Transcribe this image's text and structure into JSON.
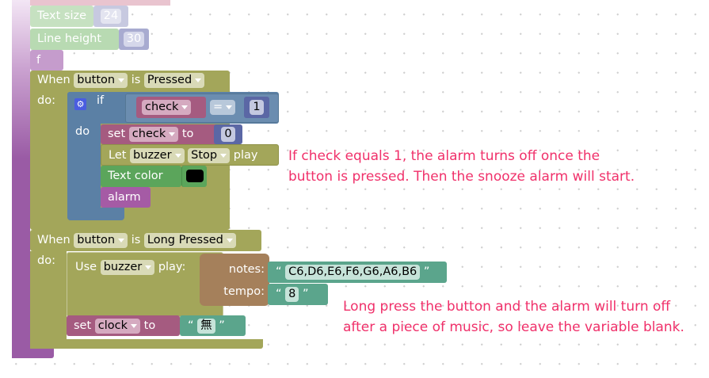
{
  "colors": {
    "procedure": "#9a5ba5",
    "event": "#a3a65a",
    "logic": "#5b80a5",
    "variable": "#a55b80",
    "text_style": "#5ba55b",
    "text_string": "#5ba58c",
    "notes": "#a5805b",
    "annotation": "#f0306a"
  },
  "blocks": {
    "text_size": {
      "label": "Text size",
      "value": "24"
    },
    "line_height": {
      "label": "Line height",
      "value": "30"
    },
    "procedure_call": {
      "label": "f"
    },
    "event1": {
      "when": "When",
      "button": "button",
      "is": "is",
      "state": "Pressed",
      "do": "do:",
      "if": {
        "label": "if",
        "do": "do",
        "var": "check",
        "op": "=",
        "value": "1"
      },
      "set": {
        "label": "set",
        "var": "check",
        "to": "to",
        "value": "0"
      },
      "buzzer": {
        "label": "Let",
        "device": "buzzer",
        "action": "Stop",
        "play": "play"
      },
      "text_color": {
        "label": "Text color",
        "value": "#000000"
      },
      "alarm": {
        "label": "alarm"
      }
    },
    "event2": {
      "when": "When",
      "button": "button",
      "is": "is",
      "state": "Long Pressed",
      "do": "do:",
      "use": {
        "label": "Use",
        "device": "buzzer",
        "play": "play:",
        "notes_label": "notes:",
        "notes": "C6,D6,E6,F6,G6,A6,B6",
        "tempo_label": "tempo:",
        "tempo": "8"
      },
      "set": {
        "label": "set",
        "var": "clock",
        "to": "to",
        "value": "無"
      }
    }
  },
  "annotations": {
    "note1_line1": "If check equals 1, the alarm turns off once the",
    "note1_line2": "button is pressed. Then the snooze alarm will start.",
    "note2_line1": "Long press the button and the alarm will turn off",
    "note2_line2": "after a piece of music, so leave the variable blank."
  }
}
